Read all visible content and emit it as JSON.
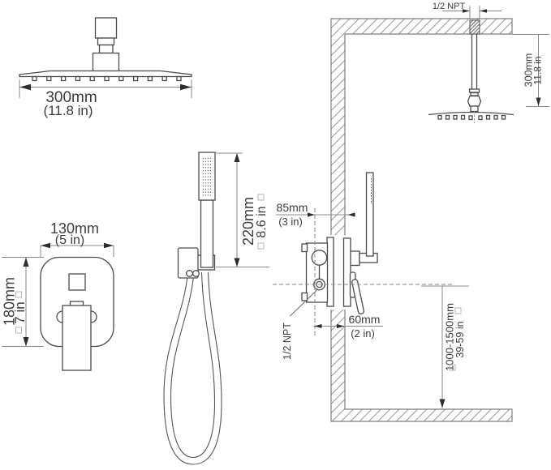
{
  "figure": {
    "kind": "shower system installation line drawing",
    "background": "#ffffff",
    "line_color": "#4b4b4b",
    "dimension_color": "#8a8a8a",
    "text_color": "#3c3c3c",
    "hatch_color": "#9e9e9e"
  },
  "overhead_front": {
    "width_mm": "300mm",
    "width_in": "(11.8 in)"
  },
  "valve_front": {
    "width_mm": "130mm",
    "width_in": "(5 in)",
    "height_mm": "180mm",
    "height_in": "7 in"
  },
  "handshower_front": {
    "length_mm": "220mm",
    "length_in": "8.6 in"
  },
  "installation": {
    "ceiling_thread": "1/2 NPT",
    "arm_drop_mm": "300mm",
    "arm_drop_in": "11.8 in",
    "rough_in_max_mm": "85mm",
    "rough_in_max_in": "(3 in)",
    "rough_in_min_mm": "60mm",
    "rough_in_min_in": "(2 in)",
    "valve_thread": "1/2 NPT",
    "valve_height_mm": "1000-1500mm",
    "valve_height_in": "39-59 in"
  }
}
